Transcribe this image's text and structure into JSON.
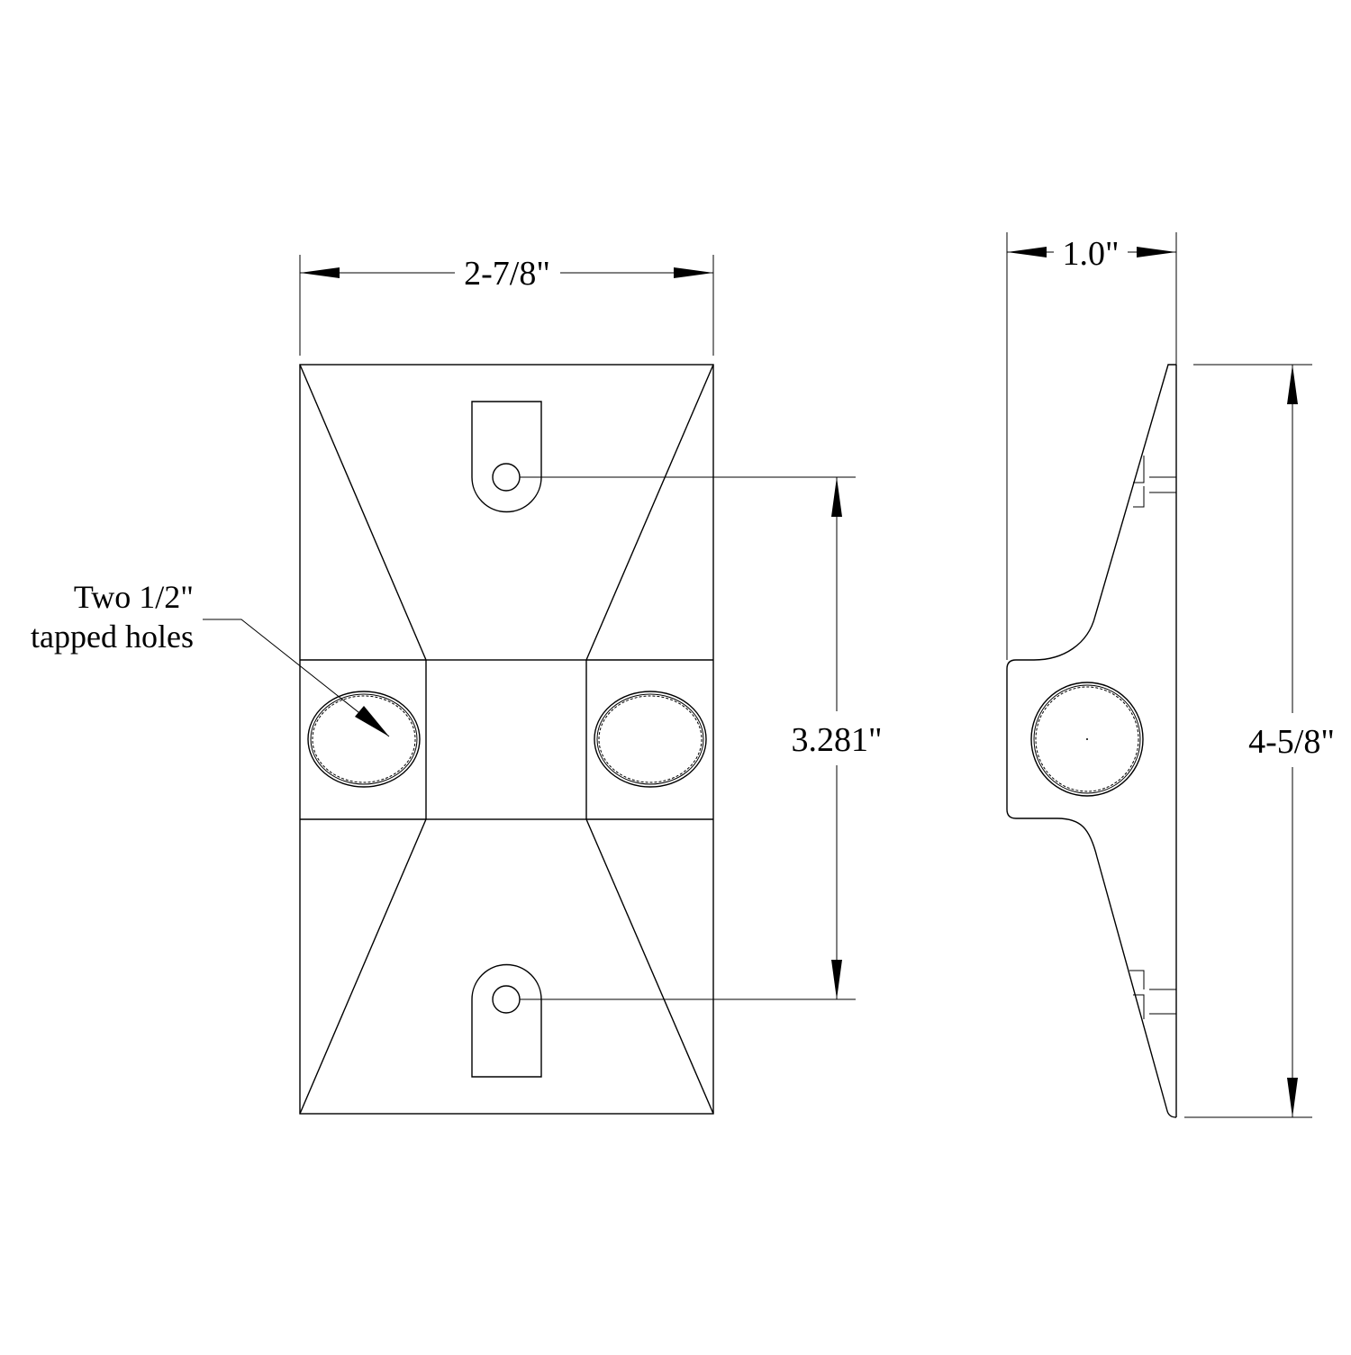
{
  "dimensions": {
    "front_width": "2-7/8\"",
    "hole_spacing": "3.281\"",
    "side_depth": "1.0\"",
    "side_height": "4-5/8\""
  },
  "callout": {
    "line1": "Two 1/2\"",
    "line2": "tapped holes"
  }
}
